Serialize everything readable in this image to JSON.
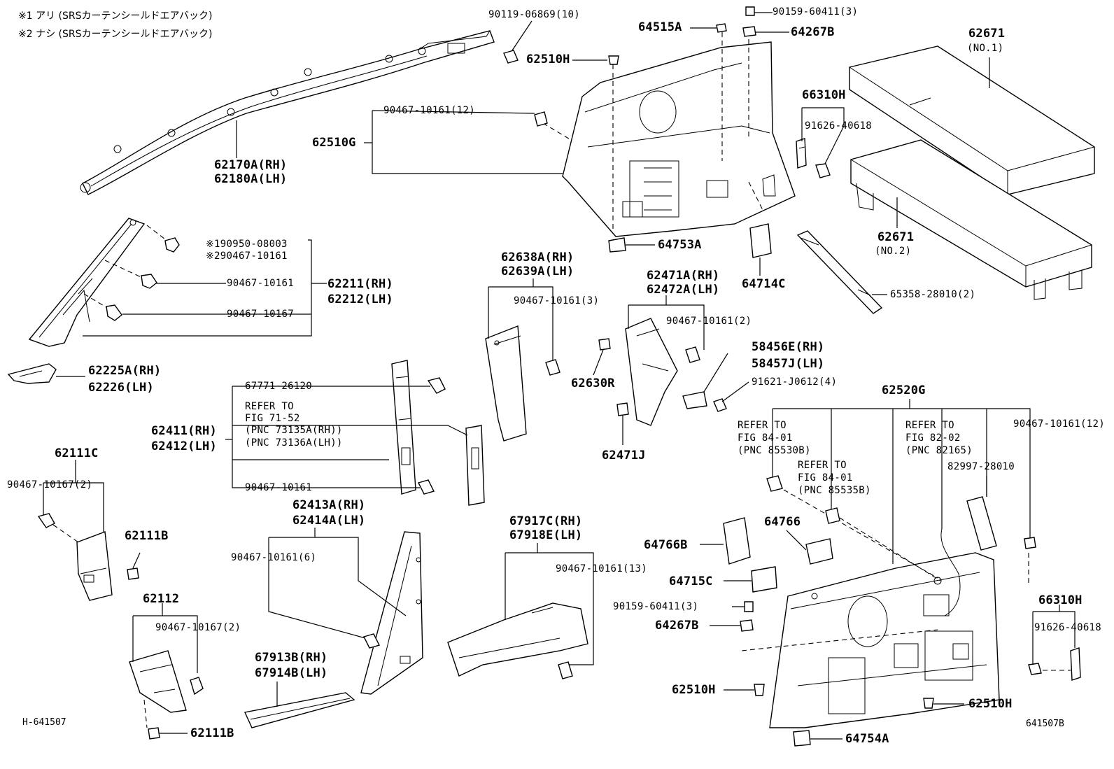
{
  "notes": {
    "note1": "※1 アリ (SRSカーテンシールドエアバック)",
    "note2": "※2 ナシ (SRSカーテンシールドエアバック)"
  },
  "labels": {
    "l_90119": "90119-06869(10)",
    "l_62510H_top": "62510H",
    "l_64515A": "64515A",
    "l_90159_top": "90159-60411(3)",
    "l_64267B_top": "64267B",
    "l_62671_a": "62671",
    "l_no1": "(NO.1)",
    "l_66310H_top": "66310H",
    "l_91626_top": "91626-40618",
    "l_62671_b": "62671",
    "l_no2": "(NO.2)",
    "l_90467_12": "90467-10161(12)",
    "l_62510G": "62510G",
    "l_62170A": "62170A(RH)",
    "l_62180A": "62180A(LH)",
    "l_64753A": "64753A",
    "l_64714C": "64714C",
    "l_65358": "65358-28010(2)",
    "l_190950": "※190950-08003",
    "l_2_90467": "※290467-10161",
    "l_90467_a": "90467-10161",
    "l_62211": "62211(RH)",
    "l_62212": "62212(LH)",
    "l_90467_10167": "90467-10167",
    "l_62638A": "62638A(RH)",
    "l_62639A": "62639A(LH)",
    "l_90467_3": "90467-10161(3)",
    "l_62471A": "62471A(RH)",
    "l_62472A": "62472A(LH)",
    "l_90467_2": "90467-10161(2)",
    "l_58456E": "58456E(RH)",
    "l_58457J": "58457J(LH)",
    "l_62225A": "62225A(RH)",
    "l_62226": "62226(LH)",
    "l_67771": "67771-26120",
    "l_refer_to_1": "REFER TO",
    "l_fig_71_52": "FIG 71-52",
    "l_pnc_73135": "(PNC 73135A(RH))",
    "l_pnc_73136": "(PNC 73136A(LH))",
    "l_62411": "62411(RH)",
    "l_62412": "62412(LH)",
    "l_62630R": "62630R",
    "l_91621": "91621-J0612(4)",
    "l_62520G": "62520G",
    "l_62471J": "62471J",
    "l_refer_to_2": "REFER TO",
    "l_fig_84_01_a": "FIG 84-01",
    "l_pnc_85530B": "(PNC 85530B)",
    "l_refer_to_3": "REFER TO",
    "l_fig_82_02": "FIG 82-02",
    "l_pnc_82165": "(PNC 82165)",
    "l_90467_12b": "90467-10161(12)",
    "l_62111C": "62111C",
    "l_90467_10167_2a": "90467-10167(2)",
    "l_90467_b": "90467-10161",
    "l_refer_to_4": "REFER TO",
    "l_fig_84_01_b": "FIG 84-01",
    "l_pnc_85535B": "(PNC 85535B)",
    "l_82997": "82997-28010",
    "l_62413A": "62413A(RH)",
    "l_62414A": "62414A(LH)",
    "l_62111B_a": "62111B",
    "l_90467_6": "90467-10161(6)",
    "l_67917C": "67917C(RH)",
    "l_67918E": "67918E(LH)",
    "l_64766": "64766",
    "l_64766B": "64766B",
    "l_90467_13": "90467-10161(13)",
    "l_64715C": "64715C",
    "l_90159_b": "90159-60411(3)",
    "l_62112": "62112",
    "l_90467_10167_2b": "90467-10167(2)",
    "l_64267B_b": "64267B",
    "l_66310H_b": "66310H",
    "l_91626_b": "91626-40618",
    "l_67913B": "67913B(RH)",
    "l_67914B": "67914B(LH)",
    "l_62510H_b": "62510H",
    "l_62510H_c": "62510H",
    "l_h641507": "H-641507",
    "l_62111B_b": "62111B",
    "l_64754A": "64754A",
    "l_641507B": "641507B"
  }
}
